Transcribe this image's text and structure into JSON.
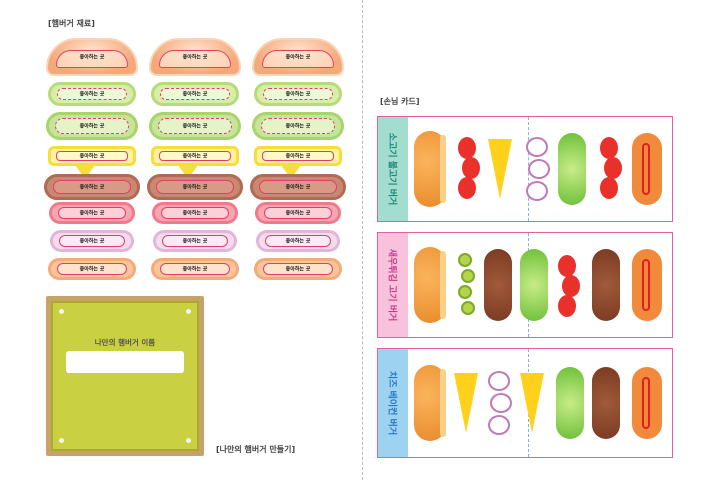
{
  "labels": {
    "ingredients": "[햄버거 재료]",
    "make_burger": "[나만의 햄버거 만들기]",
    "customer_cards": "[손님 카드]"
  },
  "ingredient_label": "좋아하는 곳",
  "board": {
    "title": "나만의 햄버거 이름"
  },
  "cards": [
    {
      "name": "소고기 불고기 버거",
      "side_color": "#a3ddd0",
      "text_color": "#1c8a76"
    },
    {
      "name": "새우튀김 고기 버거",
      "side_color": "#f8c2dc",
      "text_color": "#c83a8a"
    },
    {
      "name": "치즈 베이컨 버거",
      "side_color": "#9dd2f1",
      "text_color": "#2679c0"
    }
  ],
  "colors": {
    "accent": "#e53d6b",
    "card_border": "#e65fa6"
  }
}
